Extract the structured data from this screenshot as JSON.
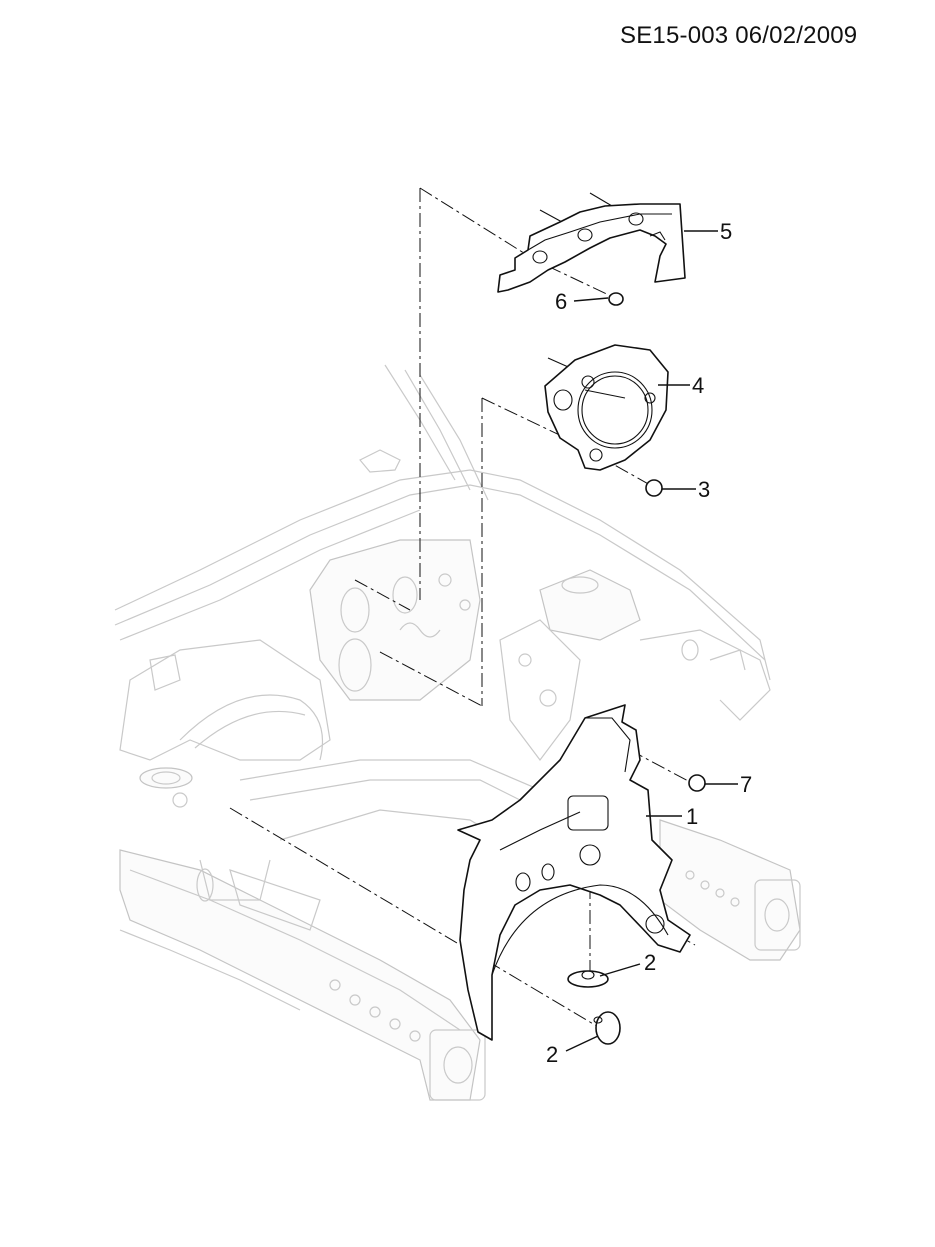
{
  "header": {
    "code": "SE15-003  06/02/2009"
  },
  "callouts": {
    "part_1": "1",
    "part_2_upper": "2",
    "part_2_lower": "2",
    "part_3": "3",
    "part_4": "4",
    "part_5": "5",
    "part_6": "6",
    "part_7": "7"
  }
}
